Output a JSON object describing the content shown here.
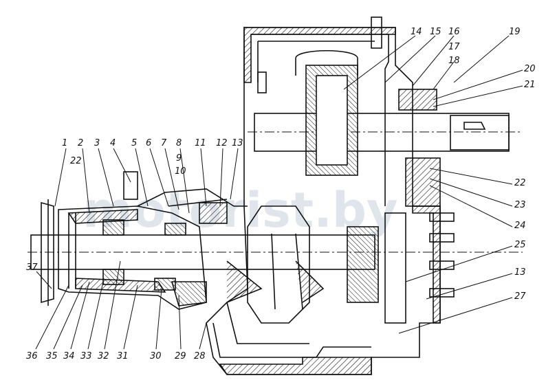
{
  "colors": {
    "ink": "#111111",
    "watermark": "#b9c7d4",
    "paper": "#ffffff"
  },
  "watermark": "motorist.by",
  "callouts": {
    "n1": "1",
    "n2": "2",
    "n3": "3",
    "n4": "4",
    "n5": "5",
    "n6": "6",
    "n7": "7",
    "n8": "8",
    "n9": "9",
    "n10": "10",
    "n11": "11",
    "n12": "12",
    "n13": "13",
    "n13b": "13",
    "n14": "14",
    "n15": "15",
    "n16": "16",
    "n17": "17",
    "n18": "18",
    "n19": "19",
    "n20": "20",
    "n21": "21",
    "n22": "22",
    "n22b": "22",
    "n23": "23",
    "n24": "24",
    "n25": "25",
    "n27": "27",
    "n28": "28",
    "n29": "29",
    "n30": "30",
    "n31": "31",
    "n32": "32",
    "n33": "33",
    "n34": "34",
    "n35": "35",
    "n36": "36",
    "n37": "37"
  }
}
